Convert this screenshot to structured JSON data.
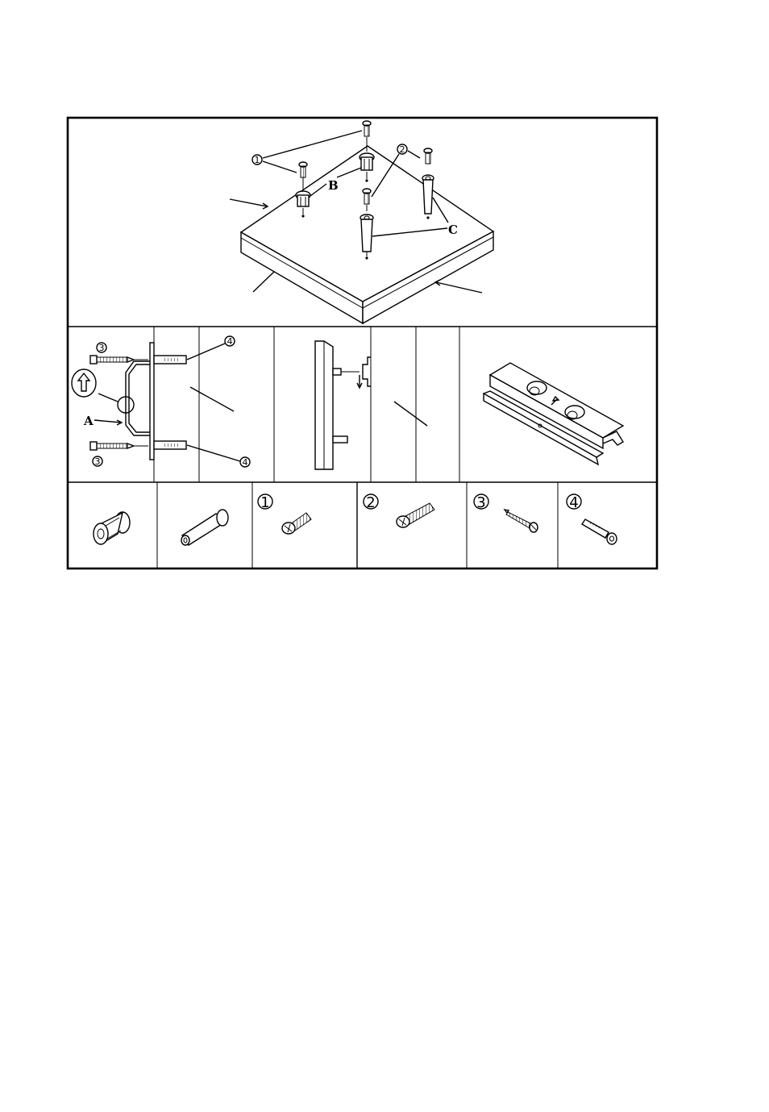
{
  "labels": {
    "part_b": "B",
    "part_c": "C",
    "part_a": "A",
    "callout_1": "1",
    "callout_2": "2",
    "callout_3": "3",
    "callout_4": "4"
  },
  "parts_strip": [
    {
      "number": "",
      "icon": "bushing-icon"
    },
    {
      "number": "",
      "icon": "dowel-icon"
    },
    {
      "number": "1",
      "icon": "screw-1-icon"
    },
    {
      "number": "2",
      "icon": "screw-2-icon"
    },
    {
      "number": "3",
      "icon": "wood-screw-icon"
    },
    {
      "number": "4",
      "icon": "wall-plug-icon"
    }
  ]
}
